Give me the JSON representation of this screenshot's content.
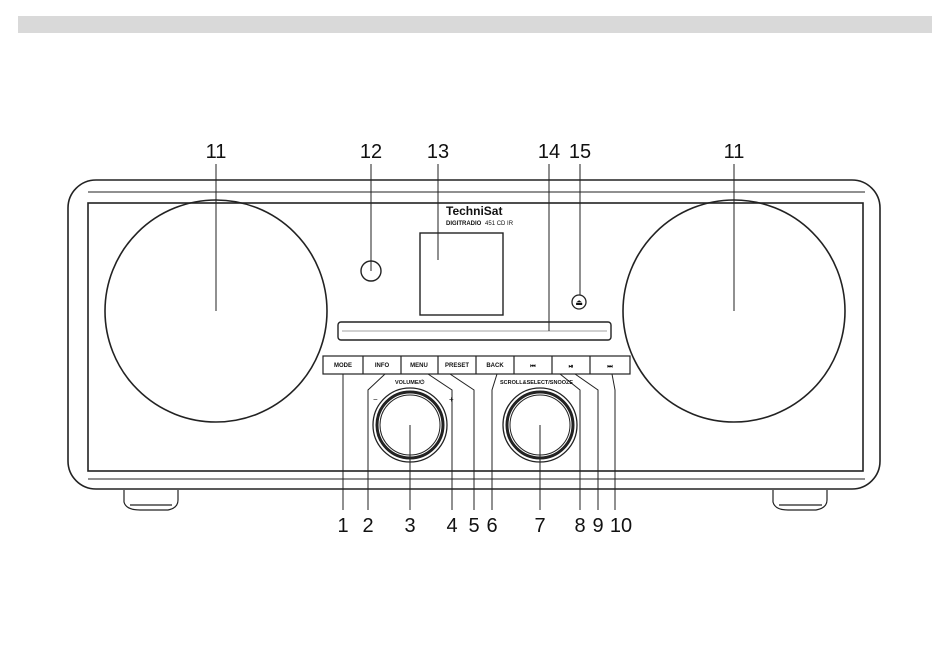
{
  "header_bar_color": "#d9d9d9",
  "brand": {
    "name": "TechniSat",
    "model_prefix": "DIGITRADIO",
    "model_suffix": "451 CD IR"
  },
  "buttons": [
    {
      "id": "mode",
      "label": "MODE"
    },
    {
      "id": "info",
      "label": "INFO"
    },
    {
      "id": "menu",
      "label": "MENU"
    },
    {
      "id": "preset",
      "label": "PRESET"
    },
    {
      "id": "back",
      "label": "BACK"
    },
    {
      "id": "prev",
      "label": "⏮"
    },
    {
      "id": "playpause",
      "label": "⏯"
    },
    {
      "id": "next",
      "label": "⏭"
    }
  ],
  "knobs": {
    "volume": {
      "label": "VOLUME",
      "suffix": "/⏻",
      "minus": "−",
      "plus": "+"
    },
    "select": {
      "label": "SCROLL&SELECT",
      "suffix": "/SNOOZE"
    }
  },
  "eject_symbol": "⏏",
  "callouts_top": [
    "11",
    "12",
    "13",
    "14",
    "15",
    "11"
  ],
  "callouts_bottom": [
    "1",
    "2",
    "3",
    "4",
    "5",
    "6",
    "7",
    "8",
    "9",
    "10"
  ]
}
